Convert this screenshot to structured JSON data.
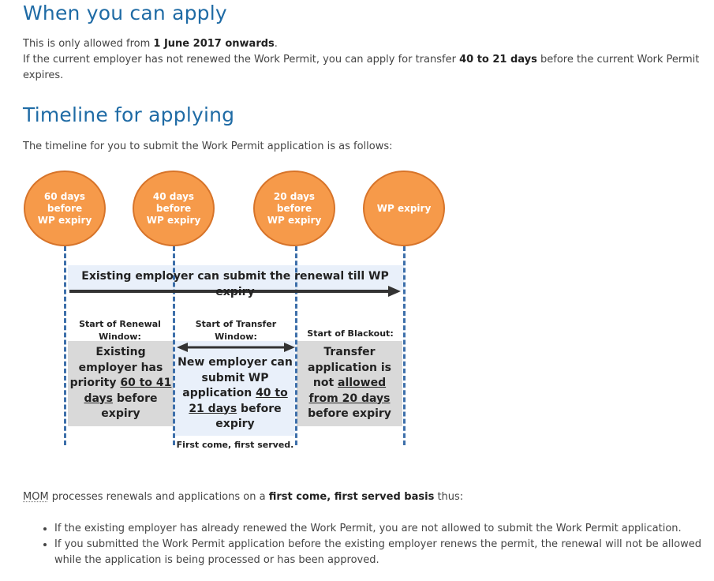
{
  "section1": {
    "heading": "When you can apply",
    "line1_pre": "This is only allowed from ",
    "line1_bold": "1 June 2017 onwards",
    "line1_post": ".",
    "line2_pre": "If the current employer has not renewed the Work Permit, you can apply for transfer ",
    "line2_bold": "40 to 21 days",
    "line2_post": " before the current Work Permit expires."
  },
  "section2": {
    "heading": "Timeline for applying",
    "intro": "The timeline for you to submit the Work Permit application is as follows:"
  },
  "diagram": {
    "circles": [
      {
        "line1": "60 days before",
        "line2": "WP expiry"
      },
      {
        "line1": "40 days before",
        "line2": "WP expiry"
      },
      {
        "line1": "20 days before",
        "line2": "WP expiry"
      },
      {
        "line1": "WP expiry",
        "line2": ""
      }
    ],
    "renewal_band": "Existing employer can submit the renewal till WP expiry",
    "renewal_window": {
      "label_line1": "Start of Renewal",
      "label_line2": "Window:",
      "text1": "Existing",
      "text2": "employer has",
      "text3_pre": "priority ",
      "text3_u": "60 to 41",
      "text4_u": "days",
      "text4_post": " before",
      "text5": "expiry"
    },
    "transfer_window": {
      "label_line1": "Start of Transfer",
      "label_line2": "Window:",
      "text1": "New employer can",
      "text2": "submit WP",
      "text3_pre": "application ",
      "text3_u": "40 to",
      "text4_u": "21 days",
      "text4_post": " before",
      "text5": "expiry",
      "footnote": "First come, first served."
    },
    "blackout": {
      "label": "Start of Blackout:",
      "text1": "Transfer",
      "text2": "application is",
      "text3_pre": "not ",
      "text3_u": "allowed",
      "text4_u": "from 20 days",
      "text5": "before expiry"
    },
    "colors": {
      "circle_fill": "#f69a4a",
      "circle_border": "#d7742a",
      "dashed_line": "#3d6faa",
      "band": "#e9f0fa",
      "gray_box": "#d9d9d9",
      "arrow": "#333333"
    }
  },
  "section3": {
    "abbr": "MOM",
    "text_pre": " processes renewals and applications on a ",
    "text_bold": "first come, first served basis",
    "text_post": " thus:",
    "bullets": [
      "If the existing employer has already renewed the Work Permit, you are not allowed to submit the Work Permit application.",
      "If you submitted the Work Permit application before the existing employer renews the permit, the renewal will not be allowed while the application is being processed or has been approved."
    ]
  }
}
